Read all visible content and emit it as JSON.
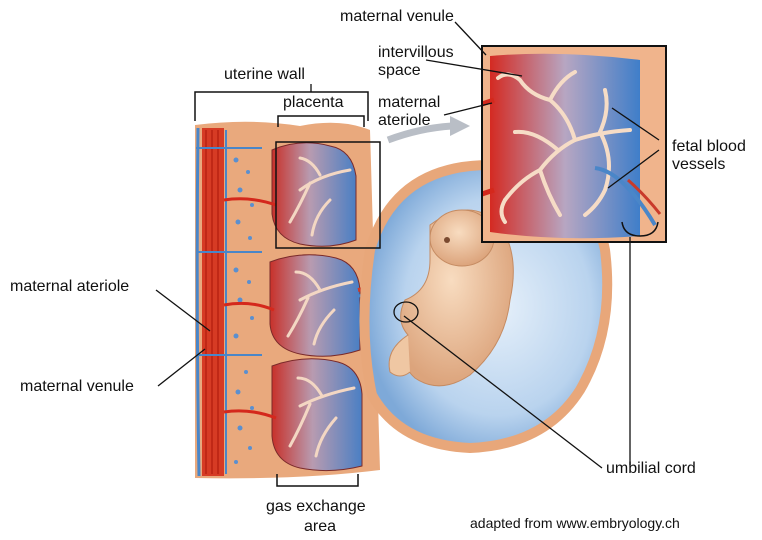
{
  "labels": {
    "uterine_wall": "uterine wall",
    "placenta": "placenta",
    "maternal_venule_top": "maternal venule",
    "intervillous_space_line1": "intervillous",
    "intervillous_space_line2": "space",
    "maternal_ateriole_top_line1": "maternal",
    "maternal_ateriole_top_line2": "ateriole",
    "fetal_blood_vessels_line1": "fetal blood",
    "fetal_blood_vessels_line2": "vessels",
    "maternal_ateriole_left": "maternal ateriole",
    "maternal_venule_left": "maternal venule",
    "umbilical_cord": "umbilial cord",
    "gas_exchange_line1": "gas exchange",
    "gas_exchange_line2": "area"
  },
  "credit": "adapted from www.embryology.ch",
  "colors": {
    "tissue": "#e8a77a",
    "tissue_light": "#f2c3a0",
    "artery": "#d4281c",
    "vein": "#4a86c8",
    "amnion": "#9fc2e6",
    "embryo": "#f0c9a6",
    "leader_line": "#111111"
  }
}
